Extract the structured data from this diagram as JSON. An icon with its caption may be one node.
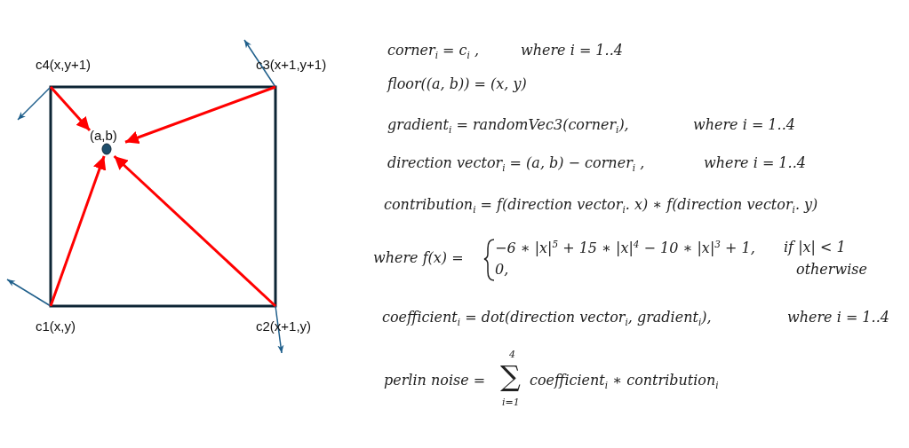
{
  "diagram": {
    "nodes": [
      {
        "text": [
          "c4(x,y+1)"
        ]
      },
      {
        "text": [
          "c3(x+1,y+1)"
        ]
      },
      {
        "text": [
          "(a,b)"
        ]
      },
      {
        "text": [
          "c1(x,y)"
        ]
      },
      {
        "text": [
          "c2(x+1,y)"
        ]
      }
    ],
    "edges": [
      {
        "from": 0,
        "to": 2,
        "arrow": "to"
      },
      {
        "from": 1,
        "to": 2,
        "arrow": "to"
      },
      {
        "from": 3,
        "to": 2,
        "arrow": "to"
      },
      {
        "from": 4,
        "to": 2,
        "arrow": "to"
      }
    ],
    "labels": [
      "corner$_{i}$ = c$_{i}$ ,",
      "where i = 1..4",
      "floor((a, b)) = (x, y)",
      "gradient$_{i}$ = randomVec3(corner$_{i}$),",
      "where i = 1..4",
      "direction vector$_{i}$ = (a, b) − corner$_{i}$ ,",
      "where i = 1..4",
      "contribution$_{i}$ = f(direction vector$_{i}$. x) ∗ f(direction vector$_{i}$. y)",
      "where f(x) =",
      "−6 ∗ |x|$^{5}$ + 15 ∗ |x|$^{4}$ − 10 ∗ |x|$^{3}$ + 1,",
      "if |x| < 1",
      "0,",
      "otherwise",
      "coefficient$_{i}$ = dot(direction vector$_{i}$, gradient$_{i}$),",
      "where i = 1..4",
      "perlin noise =",
      "4",
      "∑",
      "i=1",
      "coefficient$_{i}$ ∗ contribution$_{i}$"
    ]
  }
}
